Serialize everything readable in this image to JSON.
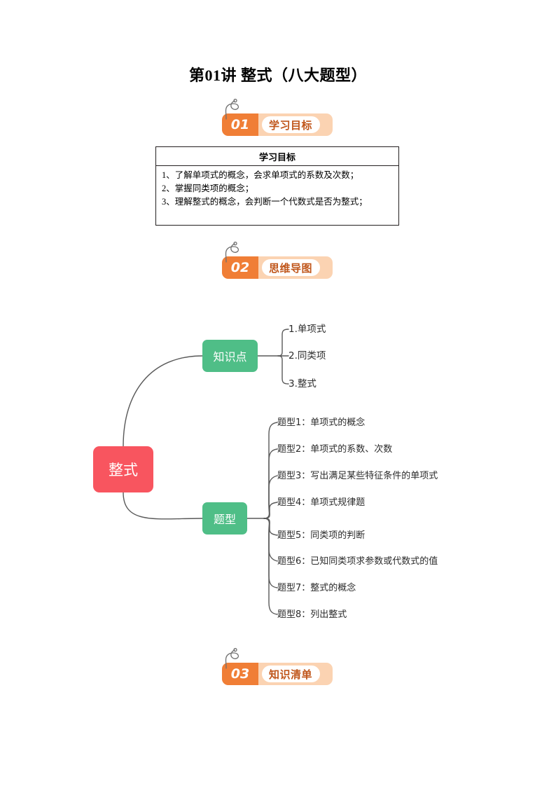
{
  "document": {
    "title": "第01讲 整式（八大题型）"
  },
  "sections": [
    {
      "number": "01",
      "label": "学习目标"
    },
    {
      "number": "02",
      "label": "思维导图"
    },
    {
      "number": "03",
      "label": "知识清单"
    }
  ],
  "objectives_table": {
    "header": "学习目标",
    "rows": [
      "1、了解单项式的概念，会求单项式的系数及次数；",
      "2、掌握同类项的概念；",
      "3、理解整式的概念，会判断一个代数式是否为整式；"
    ]
  },
  "mindmap": {
    "root": "整式",
    "branches": [
      {
        "label": "知识点",
        "children": [
          "1.单项式",
          "2.同类项",
          "3.整式"
        ]
      },
      {
        "label": "题型",
        "children": [
          "题型1：单项式的概念",
          "题型2：单项式的系数、次数",
          "题型3：写出满足某些特征条件的单项式",
          "题型4：单项式规律题",
          "题型5：同类项的判断",
          "题型6：已知同类项求参数或代数式的值",
          "题型7：整式的概念",
          "题型8：列出整式"
        ]
      }
    ],
    "colors": {
      "root": "#F8555F",
      "branch": "#4FBE87",
      "connector": "#595959",
      "leaf_text": "#2B2B2B"
    }
  },
  "theme": {
    "badge_orange": "#F07E36",
    "badge_peach": "#FBD3B2",
    "badge_text": "#C0561B"
  }
}
